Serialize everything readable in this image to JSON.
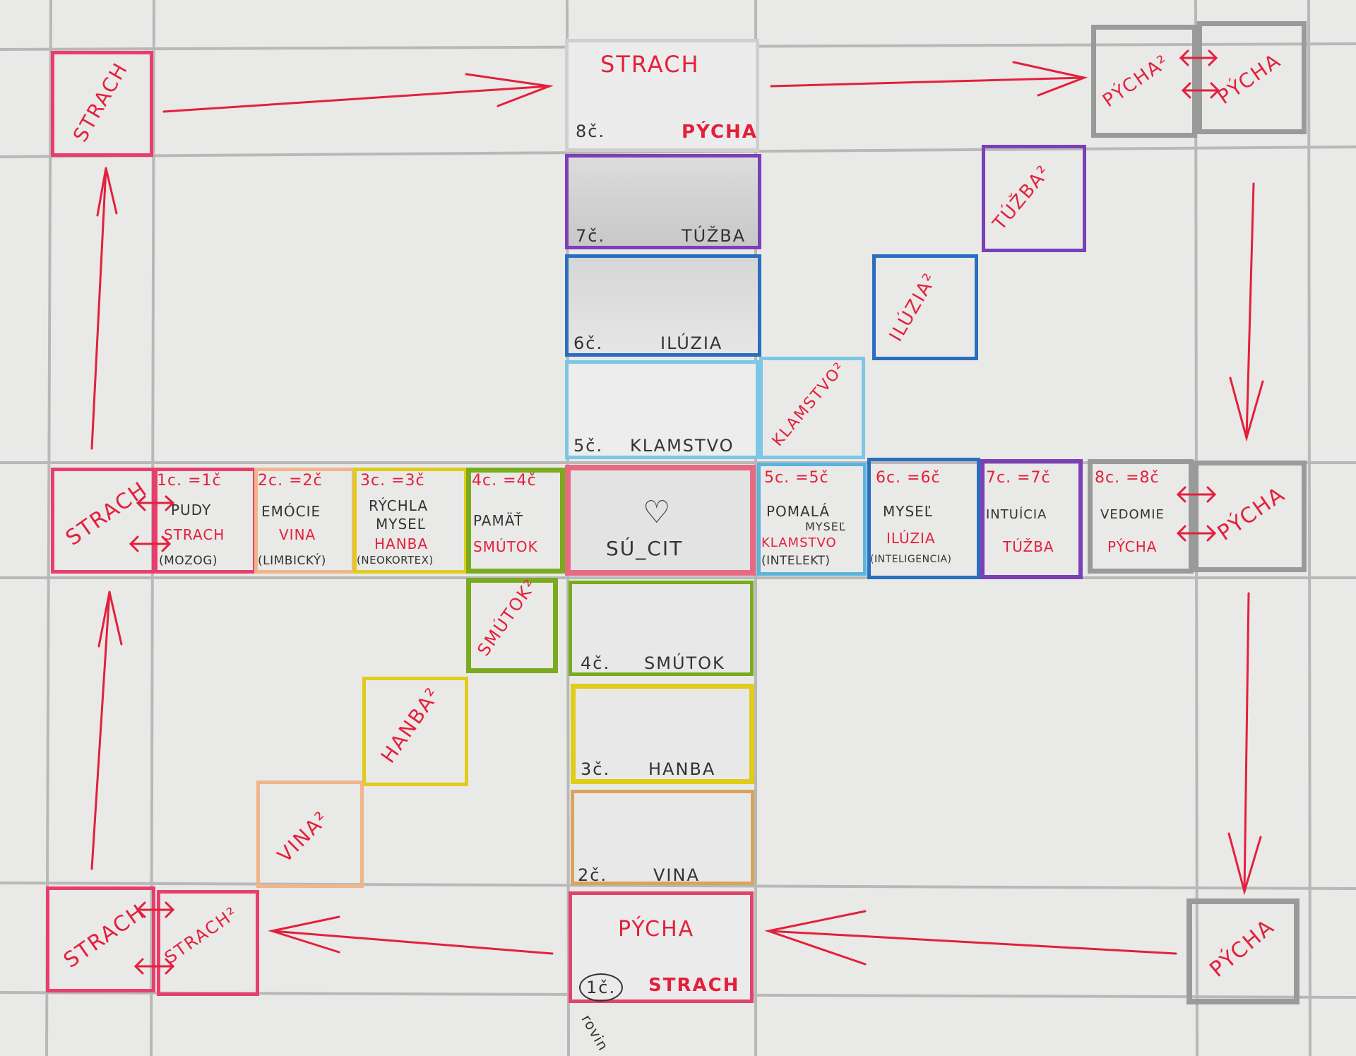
{
  "labels": {
    "strach": "STRACH",
    "strach_sq": "STRACH²",
    "pycha": "PÝCHA",
    "pycha_sq": "PÝCHA²",
    "tuzba_sq": "TÚŽBA²",
    "iluzia_sq": "ILÚZIA²",
    "klamstvo_sq": "KLAMSTVO²",
    "smutok_sq": "SMÚTOK²",
    "hanba_sq": "HANBA²",
    "vina_sq": "VINA²",
    "center": "SÚ_CIT",
    "heart": "♡",
    "rovina": "rovin"
  },
  "column": {
    "c8": {
      "num": "8č.",
      "name": "PÝCHA"
    },
    "c7": {
      "num": "7č.",
      "name": "TÚŽBA"
    },
    "c6": {
      "num": "6č.",
      "name": "ILÚZIA"
    },
    "c5": {
      "num": "5č.",
      "name": "KLAMSTVO"
    },
    "c4": {
      "num": "4č.",
      "name": "SMÚTOK"
    },
    "c3": {
      "num": "3č.",
      "name": "HANBA"
    },
    "c2": {
      "num": "2č.",
      "name": "VINA"
    },
    "c1": {
      "num": "1č.",
      "name": "STRACH"
    }
  },
  "row": [
    {
      "head": "1c. =1č",
      "l1": "PUDY",
      "l2": "STRACH",
      "l3": "(MOZOG)"
    },
    {
      "head": "2c. =2č",
      "l1": "EMÓCIE",
      "l2": "VINA",
      "l3": "(LIMBICKÝ)"
    },
    {
      "head": "3c. =3č",
      "l1": "RÝCHLA",
      "l1b": "MYSEĽ",
      "l2": "HANBA",
      "l3": "(NEOKORTEX)"
    },
    {
      "head": "4c. =4č",
      "l1": "PAMÄŤ",
      "l2": "SMÚTOK",
      "l3": ""
    },
    {
      "head": "5c. =5č",
      "l1": "POMALÁ",
      "l1b": "MYSEĽ",
      "l2": "KLAMSTVO",
      "l3": "(INTELEKT)"
    },
    {
      "head": "6c. =6č",
      "l1": "MYSEĽ",
      "l2": "ILÚZIA",
      "l3": "(INTELIGENCIA)"
    },
    {
      "head": "7c. =7č",
      "l1": "INTUÍCIA",
      "l2": "TÚŽBA",
      "l3": ""
    },
    {
      "head": "8c. =8č",
      "l1": "VEDOMIE",
      "l2": "PÝCHA",
      "l3": ""
    }
  ],
  "colors": {
    "red": "#e3203c",
    "pink_box": "#e83e6b",
    "gray_box": "#8e8e8e",
    "purple": "#7b3fb8",
    "blue": "#2a6ec0",
    "light_blue": "#5ab4dc",
    "green": "#7aab1e",
    "yellow": "#e0cc1a",
    "orange": "#e6a24a"
  }
}
